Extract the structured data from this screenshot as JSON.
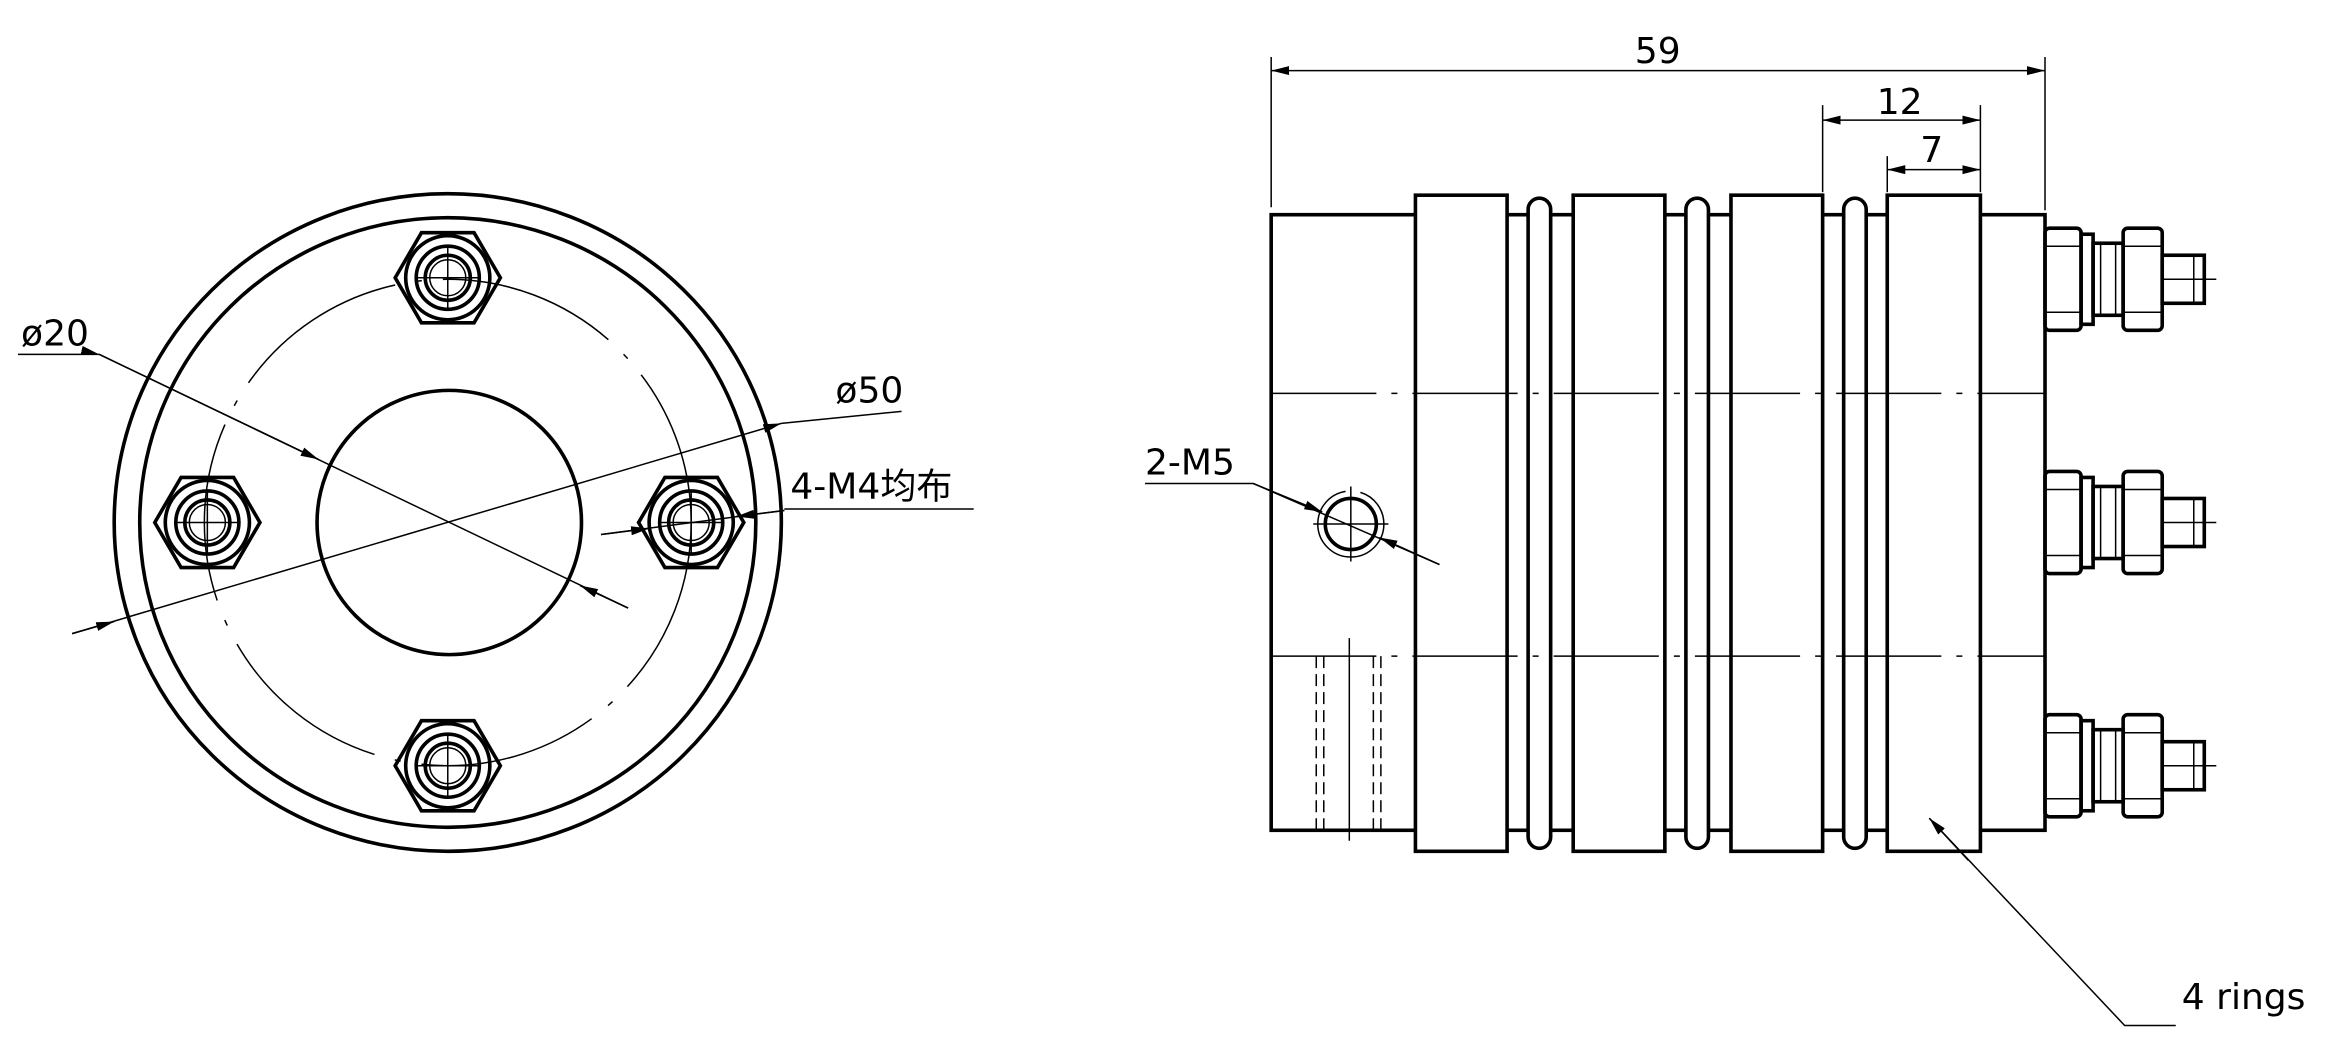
{
  "front_view": {
    "labels": {
      "bore_diameter": "ø20",
      "outer_diameter": "ø50",
      "mount_holes": "4-M4均布"
    }
  },
  "side_view": {
    "labels": {
      "set_screws": "2-M5",
      "rings": "4 rings"
    },
    "dimensions": {
      "total_length": "59",
      "ring_offset": "12",
      "ring_width": "7"
    }
  },
  "colors": {
    "line": "#000000",
    "background": "#ffffff"
  }
}
